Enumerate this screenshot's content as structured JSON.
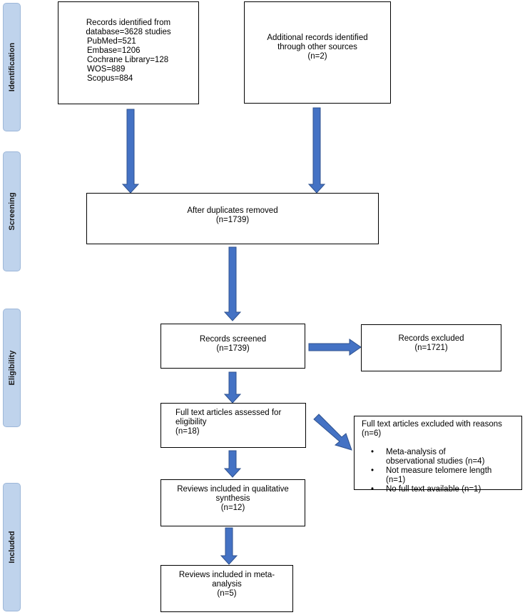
{
  "stages": {
    "identification": "Identification",
    "screening": "Screening",
    "eligibility": "Eligibility",
    "included": "Included"
  },
  "boxes": {
    "records_db": {
      "line1": "Records identified from",
      "line2": "database=3628 studies",
      "sources": [
        "PubMed=521",
        "Embase=1206",
        "Cochrane Library=128",
        "WOS=889",
        "Scopus=884"
      ]
    },
    "additional": {
      "line1": "Additional records identified",
      "line2": "through other sources",
      "line3": "(n=2)"
    },
    "duplicates": {
      "line1": "After duplicates removed",
      "line2": "(n=1739)"
    },
    "screened": {
      "line1": "Records screened",
      "line2": "(n=1739)"
    },
    "excluded": {
      "line1": "Records excluded",
      "line2": "(n=1721)"
    },
    "fulltext": {
      "line1": "Full text articles assessed for",
      "line2": "eligibility",
      "line3": "(n=18)"
    },
    "fulltext_excluded": {
      "line1": "Full text articles excluded with reasons",
      "line2": "(n=6)",
      "reasons": [
        {
          "a": " Meta-analysis of",
          "b": "observational studies (n=4)"
        },
        {
          "a": "Not measure telomere length",
          "b": "(n=1)"
        },
        {
          "a": "No full text available (n=1)",
          "b": ""
        }
      ]
    },
    "qualitative": {
      "line1": "Reviews included in qualitative",
      "line2": "synthesis",
      "line3": "(n=12)"
    },
    "meta": {
      "line1": "Reviews included in meta-",
      "line2": "analysis",
      "line3": "(n=5)"
    }
  },
  "colors": {
    "arrow": "#4472c4",
    "arrow_edge": "#2f528f",
    "stage_fill": "#bfd3ec"
  }
}
